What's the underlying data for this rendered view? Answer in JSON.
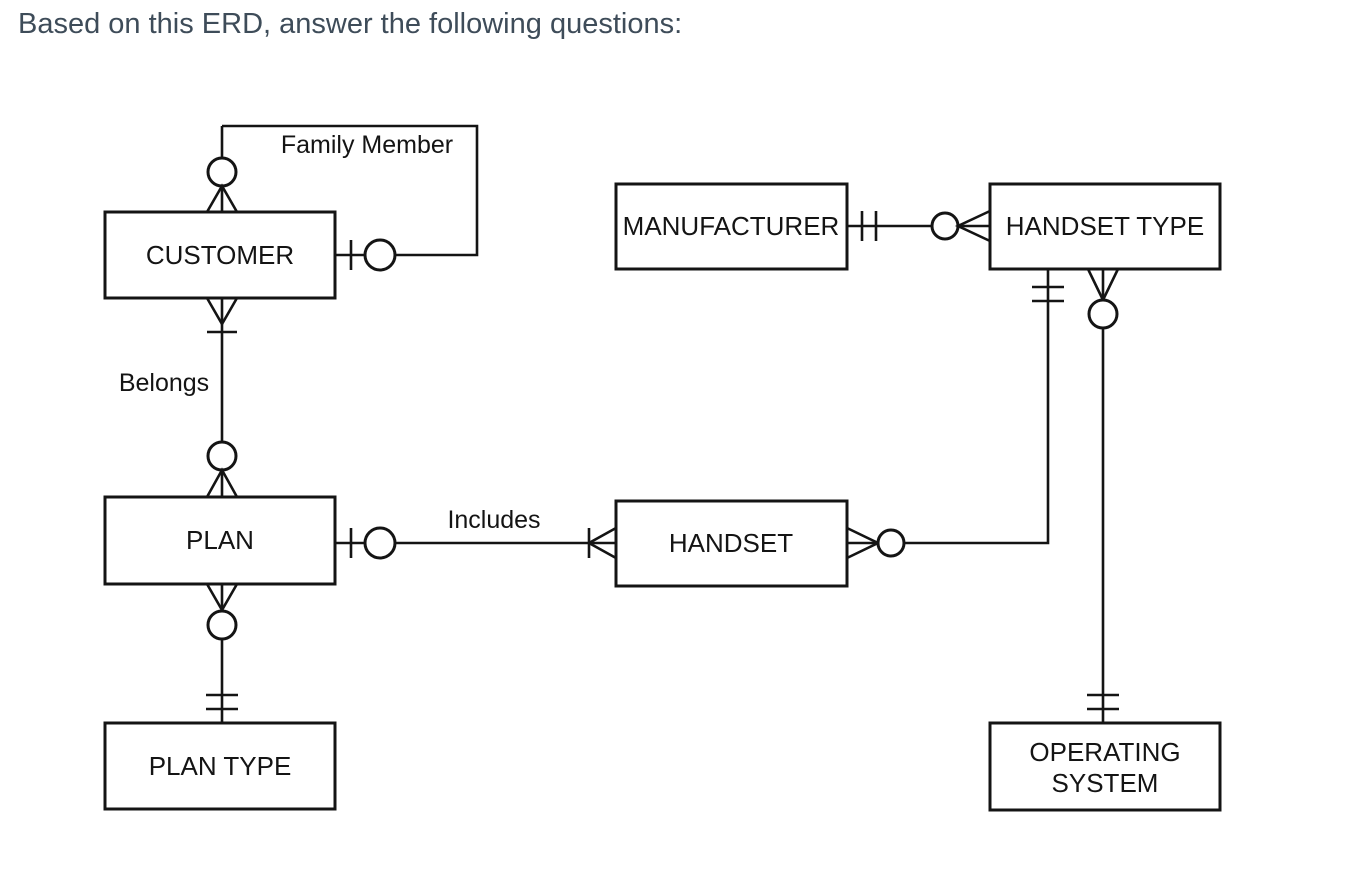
{
  "page": {
    "title": "Based on this ERD, answer the following questions:"
  },
  "colors": {
    "title_text": "#3e4c59",
    "diagram_ink": "#141414",
    "background": "#ffffff"
  },
  "diagram": {
    "type": "entity-relationship-diagram",
    "notation": "crows-foot",
    "entities": [
      {
        "id": "customer",
        "label": "CUSTOMER"
      },
      {
        "id": "plan",
        "label": "PLAN"
      },
      {
        "id": "plan_type",
        "label": "PLAN TYPE"
      },
      {
        "id": "manufacturer",
        "label": "MANUFACTURER"
      },
      {
        "id": "handset_type",
        "label": "HANDSET TYPE"
      },
      {
        "id": "handset",
        "label": "HANDSET"
      },
      {
        "id": "operating_system",
        "label": "OPERATING SYSTEM",
        "label_line1": "OPERATING",
        "label_line2": "SYSTEM"
      }
    ],
    "relationships": [
      {
        "label": "Family Member",
        "from": "CUSTOMER",
        "to": "CUSTOMER",
        "from_end": "zero-or-many (circle + crow's foot, top of CUSTOMER)",
        "to_end": "zero-or-one (bar + circle, right of CUSTOMER)"
      },
      {
        "label": "Belongs",
        "from": "CUSTOMER",
        "to": "PLAN",
        "from_end": "one-or-many (crow's foot + bar)",
        "to_end": "zero-or-many (circle + crow's foot)"
      },
      {
        "label": "",
        "from": "PLAN",
        "to": "PLAN TYPE",
        "from_end": "zero-or-many (crow's foot + circle)",
        "to_end": "exactly-one (double bar)"
      },
      {
        "label": "Includes",
        "from": "PLAN",
        "to": "HANDSET",
        "from_end": "zero-or-one (bar + circle)",
        "to_end": "one-or-many (bar + crow's foot)"
      },
      {
        "label": "",
        "from": "MANUFACTURER",
        "to": "HANDSET TYPE",
        "from_end": "exactly-one (double bar)",
        "to_end": "zero-or-many (circle + crow's foot)"
      },
      {
        "label": "",
        "from": "HANDSET",
        "to": "HANDSET TYPE",
        "from_end": "zero-or-many (crow's foot + circle)",
        "to_end": "exactly-one (double bar)"
      },
      {
        "label": "",
        "from": "HANDSET TYPE",
        "to": "OPERATING SYSTEM",
        "from_end": "zero-or-many (crow's foot + circle)",
        "to_end": "exactly-one (double bar)"
      }
    ]
  }
}
